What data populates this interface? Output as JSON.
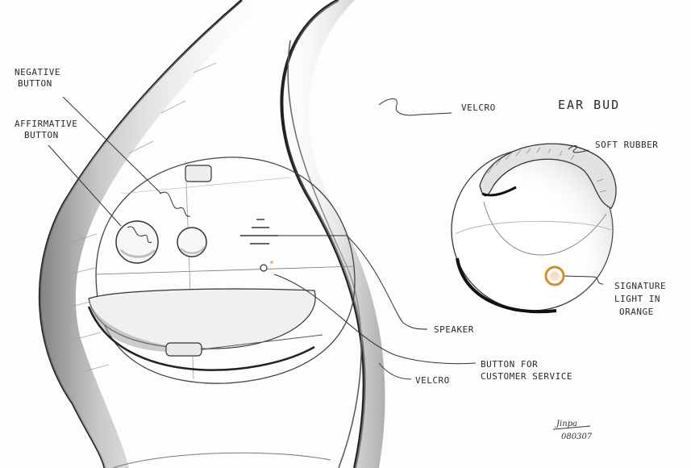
{
  "labels": {
    "negative_button": [
      "NEGATIVE",
      "BUTTON"
    ],
    "affirmative_button": [
      "AFFIRMATIVE",
      "BUTTON"
    ],
    "velcro_top": "VELCRO",
    "ear_bud_title": "EAR BUD",
    "soft_rubber": "SOFT RUBBER",
    "signature_light": [
      "SIGNATURE",
      "LIGHT IN",
      "ORANGE"
    ],
    "speaker": "SPEAKER",
    "button_customer_service": [
      "BUTTON FOR",
      "CUSTOMER SERVICE"
    ],
    "velcro_bottom": "VELCRO"
  },
  "signature": {
    "name": "Jinpa",
    "date": "080307"
  },
  "colors": {
    "ink": "#2a2a2a",
    "accent_orange": "#d98a2b",
    "shadow": "#8a8a8a"
  }
}
